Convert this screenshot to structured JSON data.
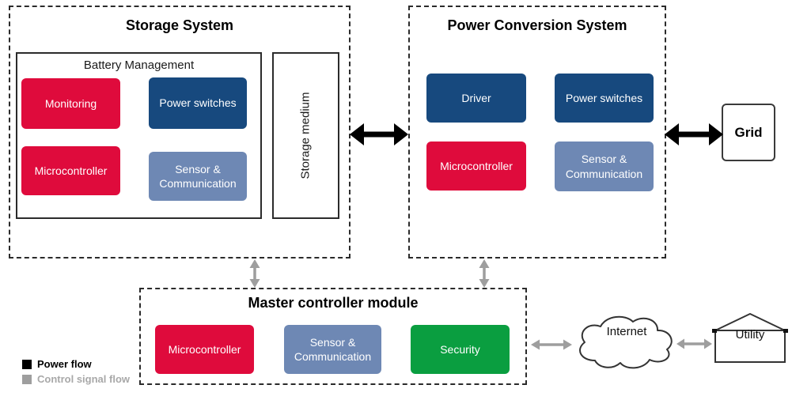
{
  "colors": {
    "red": "#DF0B3C",
    "dark_blue": "#17497E",
    "steel_blue": "#6E88B4",
    "green": "#0A9E40",
    "power_flow": "#000000",
    "control_flow": "#9E9E9E",
    "control_label": "#A8A8A8"
  },
  "storage_system": {
    "title": "Storage System",
    "battery_management": {
      "title": "Battery Management",
      "blocks": [
        {
          "label": "Monitoring",
          "color": "#DF0B3C"
        },
        {
          "label": "Power switches",
          "color": "#17497E"
        },
        {
          "label": "Microcontroller",
          "color": "#DF0B3C"
        },
        {
          "label": "Sensor & Communication",
          "color": "#6E88B4"
        }
      ]
    },
    "storage_medium_label": "Storage medium"
  },
  "power_conversion_system": {
    "title": "Power Conversion System",
    "blocks": [
      {
        "label": "Driver",
        "color": "#17497E"
      },
      {
        "label": "Power switches",
        "color": "#17497E"
      },
      {
        "label": "Microcontroller",
        "color": "#DF0B3C"
      },
      {
        "label": "Sensor & Communication",
        "color": "#6E88B4"
      }
    ]
  },
  "grid": {
    "label": "Grid"
  },
  "master_controller": {
    "title": "Master controller module",
    "blocks": [
      {
        "label": "Microcontroller",
        "color": "#DF0B3C"
      },
      {
        "label": "Sensor & Communication",
        "color": "#6E88B4"
      },
      {
        "label": "Security",
        "color": "#0A9E40"
      }
    ]
  },
  "external": {
    "internet_label": "Internet",
    "utility_label": "Utility"
  },
  "legend": {
    "power_flow": "Power flow",
    "control_signal_flow": "Control signal flow"
  }
}
